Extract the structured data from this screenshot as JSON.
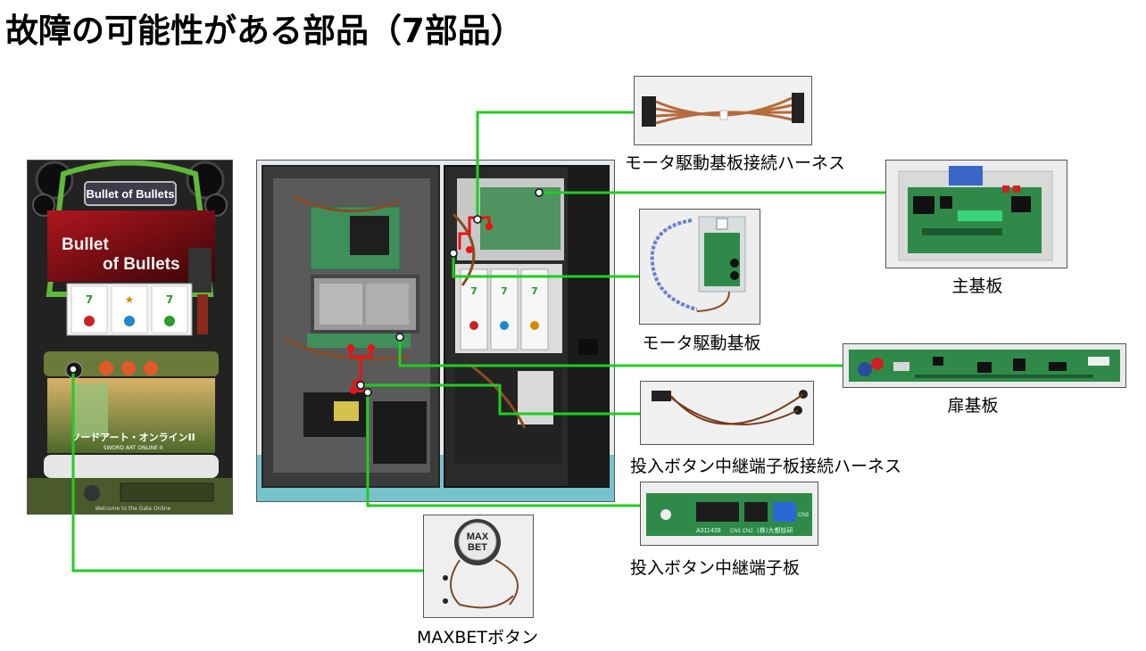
{
  "title": "故障の可能性がある部品（7部品）",
  "parts": {
    "motor_harness": "モータ駆動基板接続ハーネス",
    "main_board": "主基板",
    "motor_board": "モータ駆動基板",
    "door_board": "扉基板",
    "relay_harness": "投入ボタン中継端子板接続ハーネス",
    "relay_board": "投入ボタン中継端子板",
    "maxbet_button": "MAXBETボタン"
  },
  "machine_front": {
    "logo_text": "Bullet of Bullets",
    "panel_text": "Bullet of Bullets",
    "lcd_text": "ソードアート・オンラインII",
    "lcd_subtext": "SWORD ART ONLINE II",
    "bottom_text": "Welcome to the Gate Online"
  },
  "maxbet_cap": {
    "line1": "MAX",
    "line2": "BET"
  },
  "relay_board_print": {
    "code": "A311439",
    "connectors": "CN1  CN2",
    "maker": "(株)大都技研",
    "tag": "CN3"
  },
  "colors": {
    "connector_line": "#22cc22",
    "marker": "#ee1111"
  }
}
